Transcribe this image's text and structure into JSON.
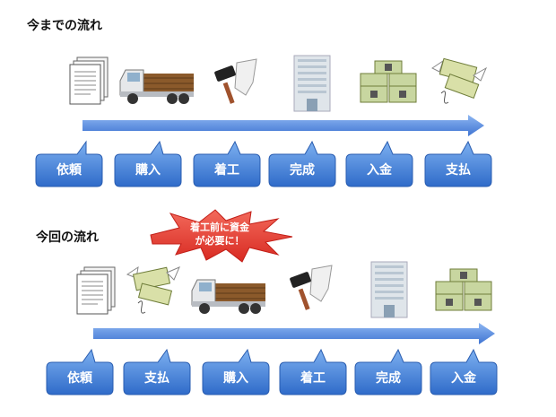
{
  "sections": [
    {
      "title": "今までの流れ",
      "steps": [
        "依頼",
        "購入",
        "着工",
        "完成",
        "入金",
        "支払"
      ],
      "icons": [
        "documents-icon",
        "truck-icon",
        "hammer-icon",
        "building-icon",
        "money-stack-icon",
        "flying-money-icon"
      ]
    },
    {
      "title": "今回の流れ",
      "steps": [
        "依頼",
        "支払",
        "購入",
        "着工",
        "完成",
        "入金"
      ],
      "icons": [
        "documents-icon",
        "flying-money-icon",
        "truck-icon",
        "hammer-icon",
        "building-icon",
        "money-stack-icon"
      ]
    }
  ],
  "callout": {
    "line1": "着工前に資金",
    "line2": "が必要に！"
  },
  "colors": {
    "arrow": "#5b8ee0",
    "bubble_top": "#6fa3ec",
    "bubble_bottom": "#2f6bc9",
    "burst": "#e8433b"
  }
}
